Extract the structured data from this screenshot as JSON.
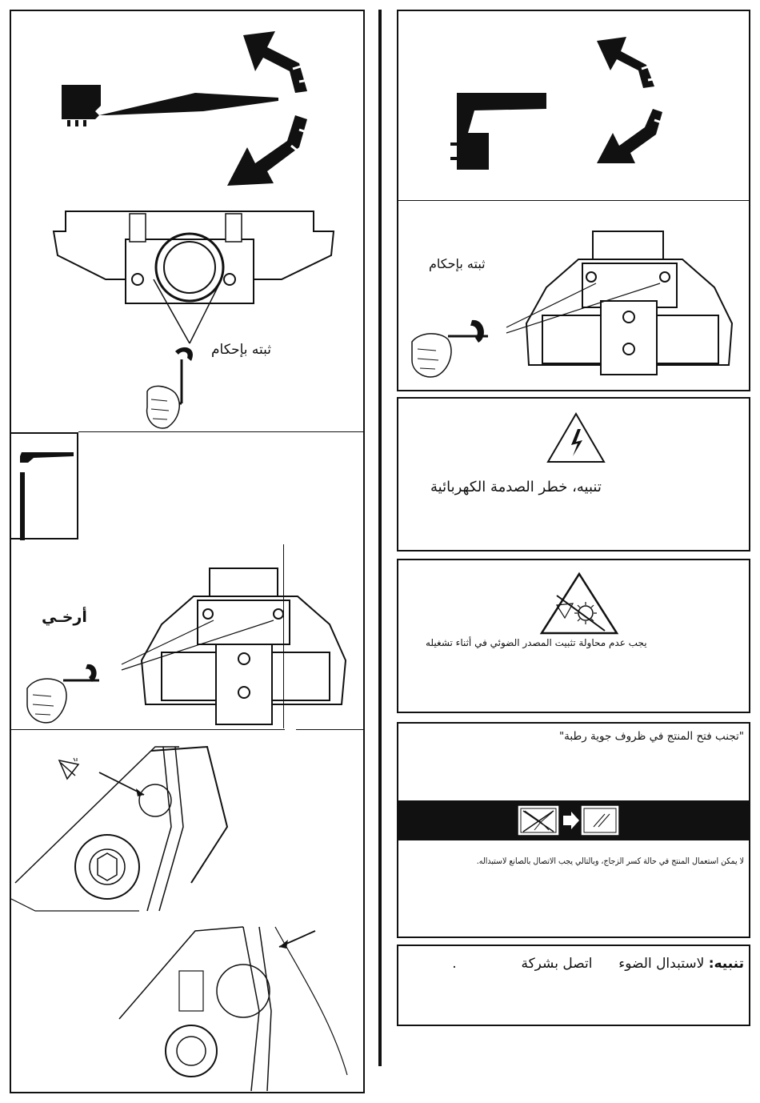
{
  "left_column": {
    "tighten_label": "ثبته بإحكام",
    "loosen_label": "أرخـي"
  },
  "right_column": {
    "tighten_label": "ثبته بإحكام",
    "electric_shock_warning": "تنبيه، خطر الصدمة الكهربائية",
    "light_source_warning": "يجب عدم محاولة تثبيت المصدر الضوئي في أثناء تشغيله",
    "humid_weather_warning": "\"تجنب فتح المنتج في ظروف جوية رطبة\"",
    "broken_glass_warning": "لا يمكن استعمال المنتج في حالة كسر الزجاج، وبالتالي يجب الاتصال بالصانع لاستبداله.",
    "replace_light_note": {
      "prefix": "تنبيه:",
      "text": "لاستبدال الضوء",
      "contact": "اتصل بشركة",
      "end": "."
    }
  },
  "icons": {
    "curved_arrows": "rotate-arrows-icon",
    "hand_wrench": "hex-key-hand-icon",
    "high_voltage": "high-voltage-warning-icon",
    "no_light_source": "no-light-source-icon",
    "broken_glass": "broken-glass-replace-icon"
  }
}
